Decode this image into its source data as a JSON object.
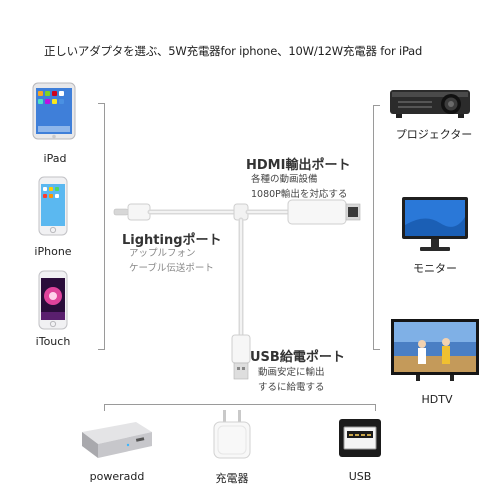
{
  "header": {
    "text": "正しいアダプタを選ぶ、5W充電器for iphone、10W/12W充電器 for iPad"
  },
  "devices_left": [
    {
      "label": "iPad",
      "icon": "ipad-icon"
    },
    {
      "label": "iPhone",
      "icon": "iphone-icon"
    },
    {
      "label": "iTouch",
      "icon": "itouch-icon"
    }
  ],
  "devices_right": [
    {
      "label": "プロジェクター",
      "icon": "projector-icon"
    },
    {
      "label": "モニター",
      "icon": "monitor-icon"
    },
    {
      "label": "HDTV",
      "icon": "hdtv-icon"
    }
  ],
  "ports": {
    "hdmi": {
      "title": "HDMI輸出ポート",
      "lines": [
        "各種の動画設備",
        "1080P輸出を対応する"
      ]
    },
    "lighting": {
      "title": "Lightingポート",
      "lines": [
        "アップルフォン",
        "ケーブル伝送ポート"
      ]
    },
    "usb": {
      "title": "USB給電ポート",
      "lines": [
        "動画安定に輸出",
        "するに給電する"
      ]
    }
  },
  "power_sources": [
    {
      "label": "poweradd",
      "icon": "power-bank-icon"
    },
    {
      "label": "充電器",
      "icon": "charger-icon"
    },
    {
      "label": "USB",
      "icon": "usb-port-icon"
    }
  ],
  "colors": {
    "cable": "#d8d8d8",
    "bracket": "#9a9a9a",
    "accent_blue": "#2a78d8"
  }
}
